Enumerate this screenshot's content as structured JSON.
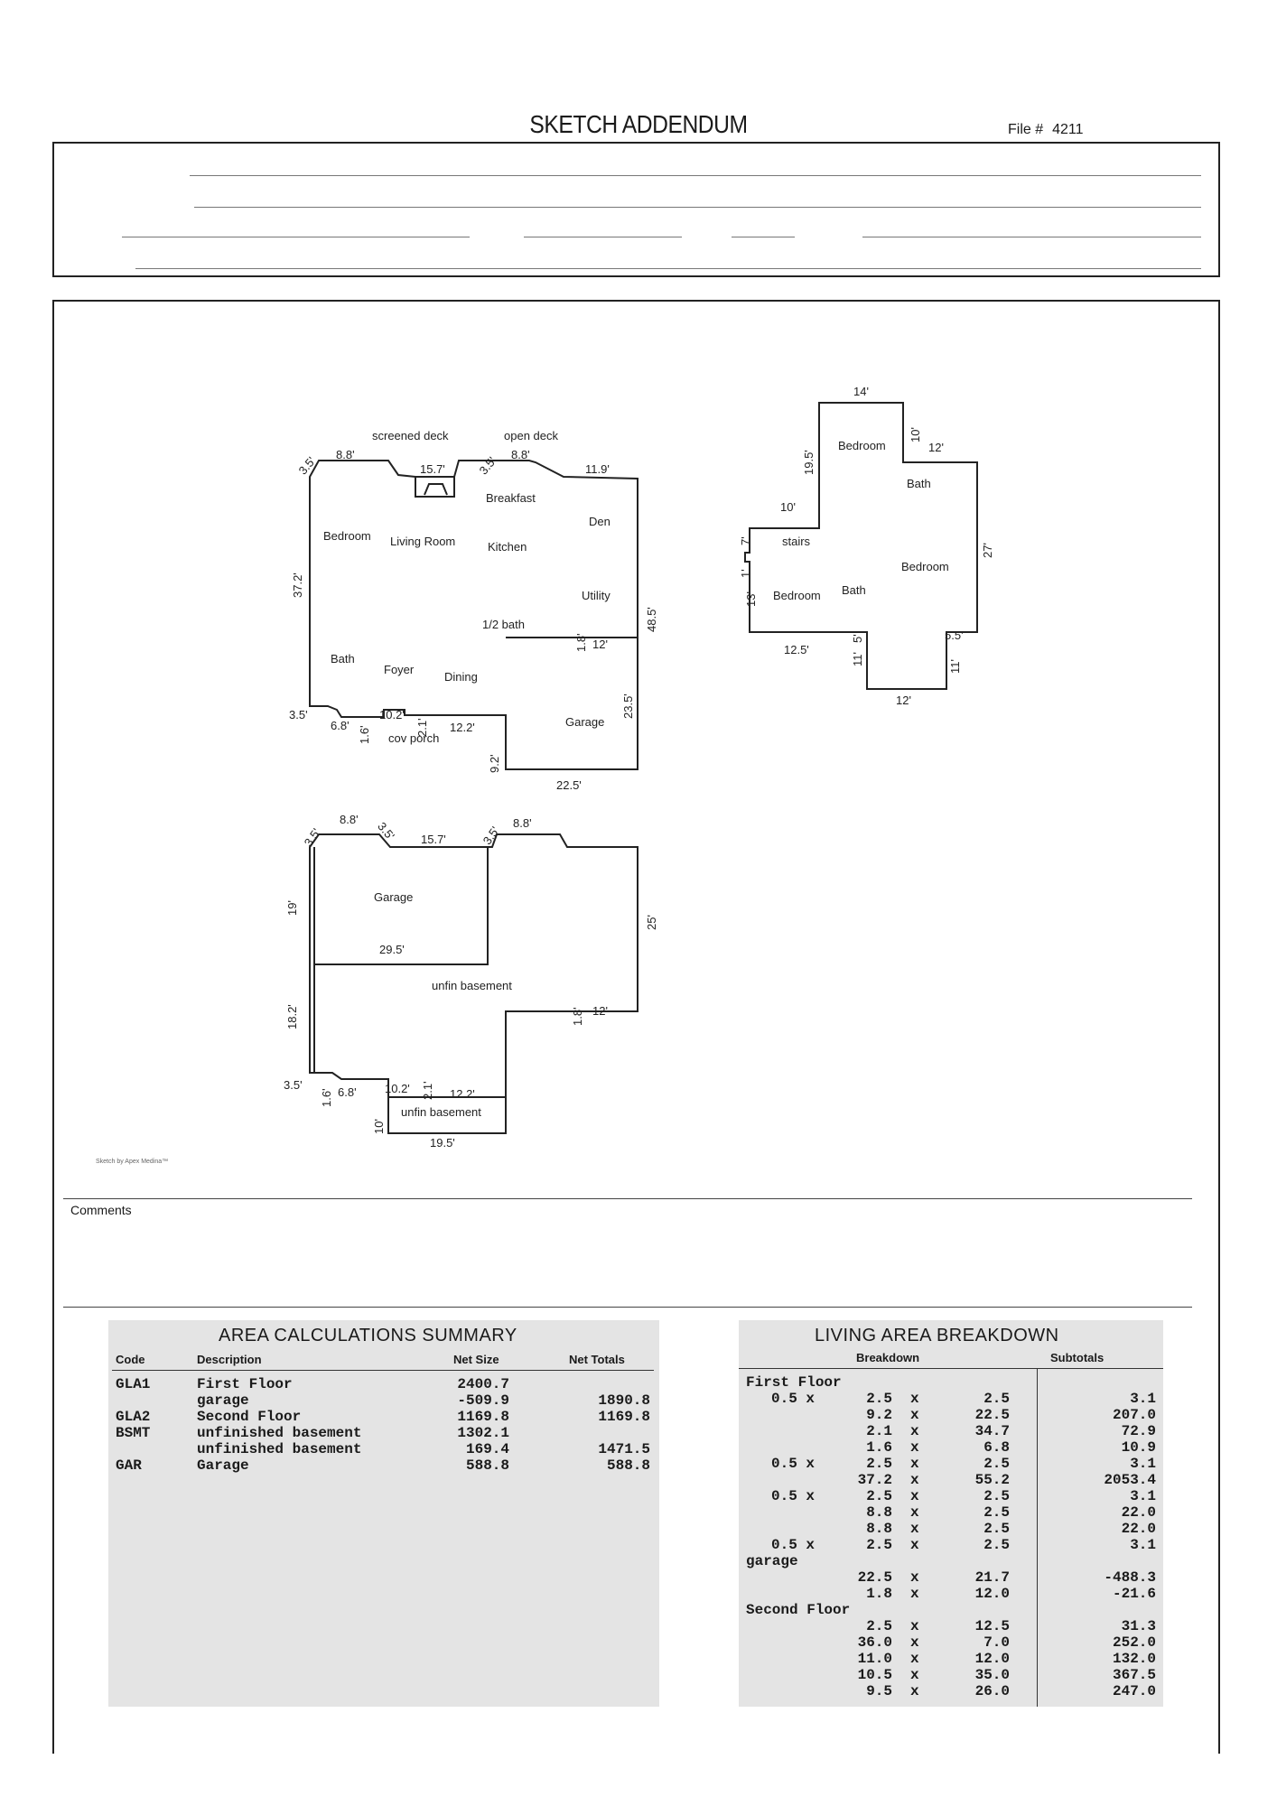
{
  "header": {
    "title": "SKETCH ADDENDUM",
    "file_label": "File #",
    "file_number": "4211"
  },
  "sketch": {
    "first_floor": {
      "labels": {
        "screened_deck": "screened deck",
        "open_deck": "open deck",
        "d_3_5a": "3.5'",
        "d_8_8a": "8.8'",
        "d_15_7": "15.7'",
        "d_3_5b": "3.5'",
        "d_8_8b": "8.8'",
        "d_11_9": "11.9'",
        "breakfast": "Breakfast",
        "den": "Den",
        "bedroom": "Bedroom",
        "living_room": "Living Room",
        "kitchen": "Kitchen",
        "utility": "Utility",
        "half_bath": "1/2 bath",
        "d_37_2": "37.2'",
        "d_48_5": "48.5'",
        "d_1_8": "1.8'",
        "d_12": "12'",
        "bath": "Bath",
        "foyer": "Foyer",
        "dining": "Dining",
        "garage": "Garage",
        "d_23_5": "23.5'",
        "d_3_5c": "3.5'",
        "d_6_8": "6.8'",
        "d_1_6": "1.6'",
        "d_10_2": "10.2'",
        "d_2_1": "2.1'",
        "d_12_2": "12.2'",
        "cov_porch": "cov porch",
        "d_9_2": "9.2'",
        "d_22_5": "22.5'"
      }
    },
    "second_floor": {
      "labels": {
        "d_14": "14'",
        "d_19_5": "19.5'",
        "bedroom_a": "Bedroom",
        "d_10": "10'",
        "d_12a": "12'",
        "bath_a": "Bath",
        "d_10b": "10'",
        "stairs": "stairs",
        "d_7": "7'",
        "d_27": "27'",
        "bedroom_b": "Bedroom",
        "d_1": "1'",
        "d_13": "13'",
        "bedroom_c": "Bedroom",
        "bath_b": "Bath",
        "d_5": "5'",
        "d_5_5": "5.5'",
        "d_12_5": "12.5'",
        "d_11a": "11'",
        "d_11b": "11'",
        "d_12b": "12'"
      }
    },
    "basement": {
      "labels": {
        "d_8_8a": "8.8'",
        "d_3_5a": "3.5'",
        "d_3_5b": "3.5'",
        "d_15_7": "15.7'",
        "d_3_5c": "3.5'",
        "d_8_8b": "8.8'",
        "d_19": "19'",
        "garage": "Garage",
        "d_25": "25'",
        "d_29_5": "29.5'",
        "unfin_basement_a": "unfin basement",
        "d_18_2": "18.2'",
        "d_1_8": "1.8'",
        "d_12": "12'",
        "d_3_5d": "3.5'",
        "d_1_6": "1.6'",
        "d_6_8": "6.8'",
        "d_10_2": "10.2'",
        "d_2_1": "2.1'",
        "d_12_2": "12.2'",
        "d_10": "10'",
        "unfin_basement_b": "unfin basement",
        "d_19_5": "19.5'"
      }
    },
    "credit": "Sketch by Apex Medina™"
  },
  "comments_label": "Comments",
  "area_summary": {
    "title": "AREA CALCULATIONS SUMMARY",
    "headers": [
      "Code",
      "Description",
      "Net Size",
      "Net Totals"
    ],
    "rows": [
      {
        "code": "GLA1",
        "desc": "First Floor",
        "size": "2400.7",
        "total": ""
      },
      {
        "code": "",
        "desc": "garage",
        "size": "-509.9",
        "total": "1890.8"
      },
      {
        "code": "GLA2",
        "desc": "Second Floor",
        "size": "1169.8",
        "total": "1169.8"
      },
      {
        "code": "BSMT",
        "desc": "unfinished basement",
        "size": "1302.1",
        "total": ""
      },
      {
        "code": "",
        "desc": "unfinished basement",
        "size": "169.4",
        "total": "1471.5"
      },
      {
        "code": "GAR",
        "desc": "Garage",
        "size": "588.8",
        "total": "588.8"
      }
    ]
  },
  "living_area": {
    "title": "LIVING AREA BREAKDOWN",
    "headers": [
      "Breakdown",
      "Subtotals"
    ],
    "rows": [
      {
        "section": "First Floor"
      },
      {
        "factor": "0.5 x",
        "a": "2.5",
        "b": "2.5",
        "sub": "3.1"
      },
      {
        "factor": "",
        "a": "9.2",
        "b": "22.5",
        "sub": "207.0"
      },
      {
        "factor": "",
        "a": "2.1",
        "b": "34.7",
        "sub": "72.9"
      },
      {
        "factor": "",
        "a": "1.6",
        "b": "6.8",
        "sub": "10.9"
      },
      {
        "factor": "0.5 x",
        "a": "2.5",
        "b": "2.5",
        "sub": "3.1"
      },
      {
        "factor": "",
        "a": "37.2",
        "b": "55.2",
        "sub": "2053.4"
      },
      {
        "factor": "0.5 x",
        "a": "2.5",
        "b": "2.5",
        "sub": "3.1"
      },
      {
        "factor": "",
        "a": "8.8",
        "b": "2.5",
        "sub": "22.0"
      },
      {
        "factor": "",
        "a": "8.8",
        "b": "2.5",
        "sub": "22.0"
      },
      {
        "factor": "0.5 x",
        "a": "2.5",
        "b": "2.5",
        "sub": "3.1"
      },
      {
        "section": "garage"
      },
      {
        "factor": "",
        "a": "22.5",
        "b": "21.7",
        "sub": "-488.3"
      },
      {
        "factor": "",
        "a": "1.8",
        "b": "12.0",
        "sub": "-21.6"
      },
      {
        "section": "Second Floor"
      },
      {
        "factor": "",
        "a": "2.5",
        "b": "12.5",
        "sub": "31.3"
      },
      {
        "factor": "",
        "a": "36.0",
        "b": "7.0",
        "sub": "252.0"
      },
      {
        "factor": "",
        "a": "11.0",
        "b": "12.0",
        "sub": "132.0"
      },
      {
        "factor": "",
        "a": "10.5",
        "b": "35.0",
        "sub": "367.5"
      },
      {
        "factor": "",
        "a": "9.5",
        "b": "26.0",
        "sub": "247.0"
      }
    ],
    "x_symbol": "x"
  }
}
